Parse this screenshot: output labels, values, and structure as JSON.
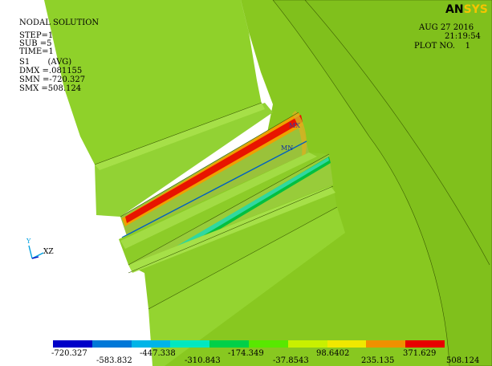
{
  "header": {
    "title": "NODAL SOLUTION",
    "lines": [
      "STEP=1",
      "SUB =5",
      "TIME=1",
      "S1       (AVG)",
      "DMX =.081155",
      "SMN =-720.327",
      "SMX =508.124"
    ]
  },
  "info": {
    "date": "AUG 27 2016",
    "time": "21:19:54",
    "plot_no": "PLOT NO.    1"
  },
  "logo": {
    "part1": "AN",
    "part2": "SYS"
  },
  "markers": {
    "max": "MX",
    "min": "MN"
  },
  "triad": {
    "y": "Y",
    "xz": "XZ"
  },
  "legend": {
    "colors": [
      "#0000c8",
      "#0078d8",
      "#00b4e8",
      "#00e8c0",
      "#00d048",
      "#58e800",
      "#c8f000",
      "#f0e800",
      "#f09000",
      "#e80000"
    ],
    "top_labels": [
      "-720.327",
      "-447.338",
      "-174.349",
      "98.6402",
      "371.629"
    ],
    "bottom_labels": [
      "-583.832",
      "-310.843",
      "-37.8543",
      "235.135",
      "508.124"
    ]
  }
}
